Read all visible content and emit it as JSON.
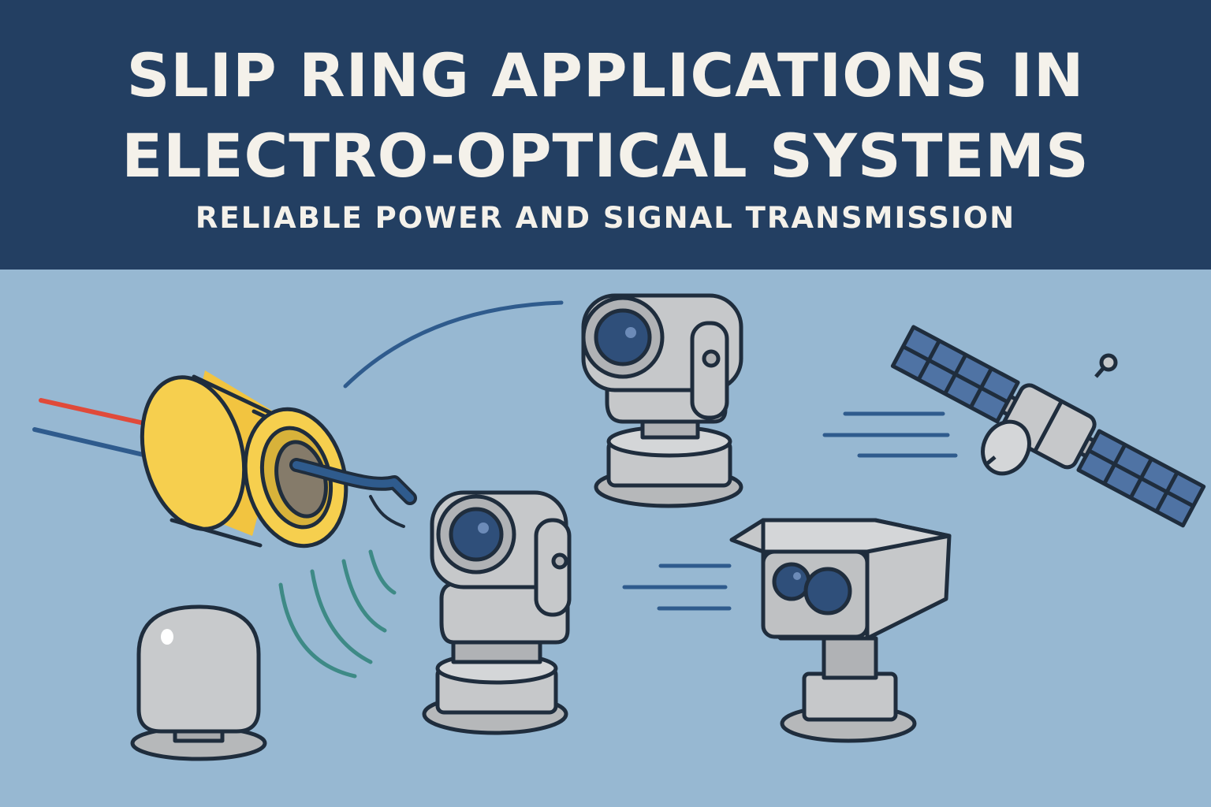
{
  "header": {
    "title_line1": "SLIP RING APPLICATIONS IN",
    "title_line2": "ELECTRO-OPTICAL SYSTEMS",
    "subtitle": "RELIABLE POWER AND SIGNAL TRANSMISSION"
  },
  "colors": {
    "header_bg": "#233f62",
    "scene_bg": "#97b8d2",
    "outline": "#1f2d3d",
    "slip_ring_yellow": "#f6cf4e",
    "device_gray": "#c6c8ca",
    "lens_blue": "#2f4f7a",
    "solar_panel_blue": "#4f73a4",
    "wire_red": "#e04a3a",
    "wire_blue": "#2f5b8d",
    "signal_teal": "#3e8a86"
  },
  "illustration": {
    "items": [
      "slip-ring",
      "dome-sensor",
      "ptz-camera-top",
      "ptz-camera-bottom",
      "thermal-camera",
      "satellite"
    ]
  }
}
